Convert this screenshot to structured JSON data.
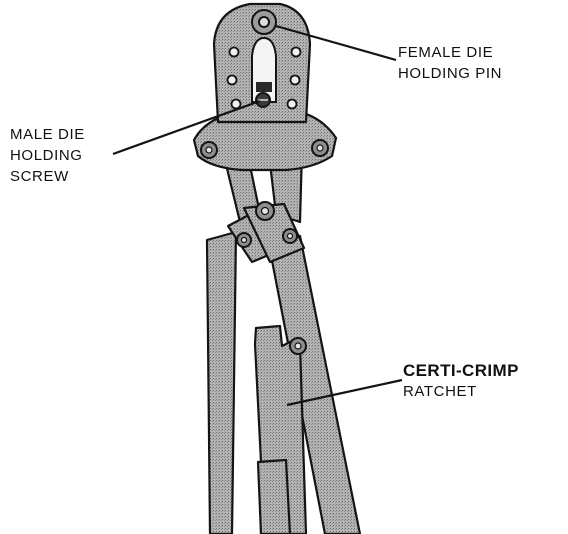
{
  "colors": {
    "metal_fill": "#a3a3a3",
    "metal_dark": "#7a7a7a",
    "outline": "#141414",
    "hole": "#f2f2f2",
    "background": "#ffffff"
  },
  "callouts": {
    "female_die_pin": {
      "line1": "FEMALE DIE",
      "line2": "HOLDING PIN"
    },
    "male_die_screw": {
      "line1": "MALE DIE",
      "line2": "HOLDING",
      "line3": "SCREW"
    },
    "ratchet": {
      "line1": "CERTI-CRIMP",
      "line2": "RATCHET"
    }
  }
}
